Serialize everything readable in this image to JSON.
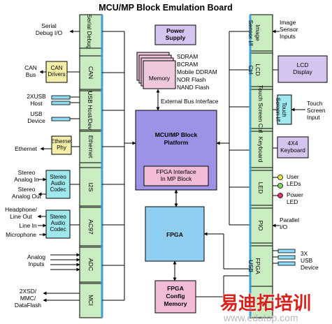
{
  "title": "MCU/MP Block Emulation Board",
  "colors": {
    "column": "#c9ecc1",
    "light_blue": "#8fdaf5",
    "purple": "#9d93e6",
    "lavender": "#d6c4f0",
    "pink": "#f2bcd8",
    "fpga": "#8ecff2",
    "memory_pink": "#eec9dc",
    "yellow_cell": "#f5efaa",
    "cyan_cell": "#9ee8ee",
    "white": "#ffffff",
    "watermark_red": "#d9201a"
  },
  "left_column": [
    {
      "label": "Serial Debug",
      "ext": "Serial Debug I/O"
    },
    {
      "label": "CAN",
      "ext": "CAN Bus",
      "peripheral": "CAN Drivers"
    },
    {
      "label": "USB Host/Dev",
      "ext_lines": [
        "2XUSB Host",
        "USB Device"
      ]
    },
    {
      "label": "Ethernet",
      "ext": "Ethernet",
      "peripheral": "Ethernet Phy"
    },
    {
      "label": "I2S",
      "ext_lines": [
        "Stereo Analog In",
        "Stereo Analog Out"
      ],
      "peripheral": "Stereo Audio Codec"
    },
    {
      "label": "AC97",
      "ext_lines": [
        "Headphone/ Line Out",
        "Line In",
        "Microphone"
      ],
      "peripheral": "Stereo Audio Codec"
    },
    {
      "label": "ADC",
      "ext": "Analog Inputs"
    },
    {
      "label": "MCI",
      "ext": "2XSD/ MMC/ DataFlash"
    }
  ],
  "right_column": [
    {
      "label": "Image Sensor I/f",
      "ext": "Image Sensor Inputs"
    },
    {
      "label": "LCD Ctrl",
      "peripheral": "LCD Display"
    },
    {
      "label": "Touch Screen Ctrl",
      "peripheral": "Touch Screen I/f",
      "ext": "Touch Screen Input"
    },
    {
      "label": "Keyboard",
      "peripheral": "4X4 Keyboard"
    },
    {
      "label": "LED",
      "ext_lines": [
        "User LEDs",
        "Power LED"
      ]
    },
    {
      "label": "PIO",
      "ext": "Parallel I/O"
    },
    {
      "label": "FPGA USB",
      "ext": "3X USB Device"
    }
  ],
  "center": {
    "power_supply": "Power Supply",
    "memory": "Memory",
    "memory_types": [
      "SDRAM",
      "BCRAM",
      "Mobile DDRAM",
      "NOR Flash",
      "NAND Flash"
    ],
    "external_bus": "External Bus Interface",
    "platform": "MCU/MP Block Platform",
    "fpga_interface": "FPGA Interface In MP Block",
    "fpga": "FPGA",
    "fpga_config": "FPGA Config Memory"
  },
  "watermark": {
    "chinese": "易迪拓培训",
    "url": "www.edatop.com"
  }
}
